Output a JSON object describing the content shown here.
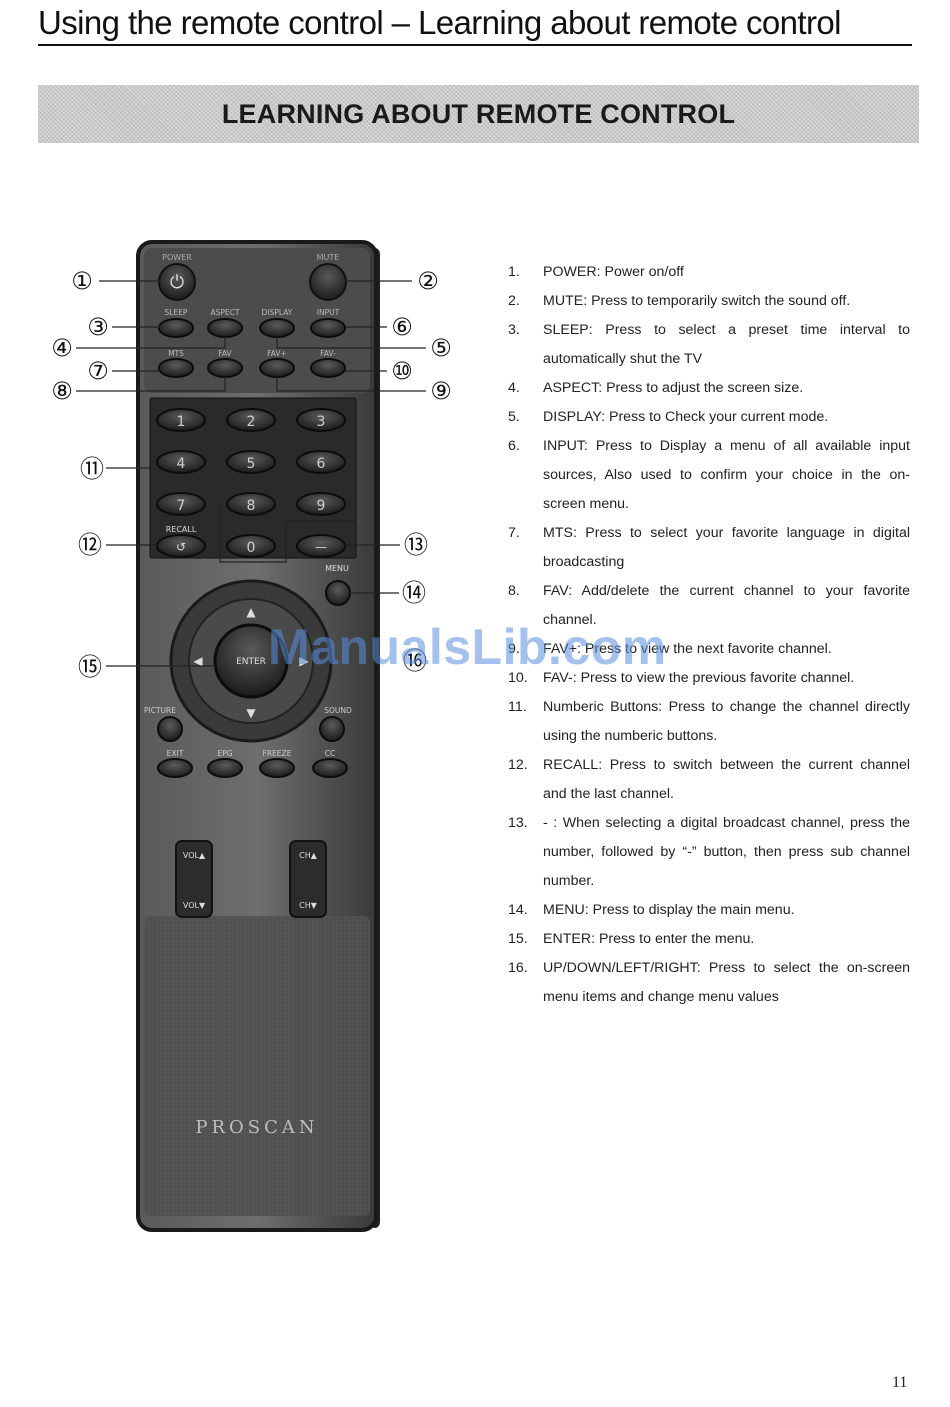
{
  "header": {
    "title": "Using the remote control – Learning about remote control"
  },
  "banner": {
    "text": "LEARNING ABOUT REMOTE CONTROL"
  },
  "remote": {
    "brand": "PROSCAN",
    "labels": {
      "power": "POWER",
      "mute": "MUTE",
      "sleep": "SLEEP",
      "aspect": "ASPECT",
      "display": "DISPLAY",
      "input": "INPUT",
      "mts": "MTS",
      "fav": "FAV",
      "fav_plus": "FAV+",
      "fav_minus": "FAV-",
      "recall": "RECALL",
      "menu": "MENU",
      "enter": "ENTER",
      "picture": "PICTURE",
      "sound": "SOUND",
      "exit": "EXIT",
      "epg": "EPG",
      "freeze": "FREEZE",
      "cc": "CC",
      "vol_up": "VOL▲",
      "vol_down": "VOL▼",
      "ch_up": "CH▲",
      "ch_down": "CH▼",
      "dash": "—"
    },
    "digits": [
      "1",
      "2",
      "3",
      "4",
      "5",
      "6",
      "7",
      "8",
      "9",
      "0"
    ],
    "callouts": [
      "①",
      "②",
      "③",
      "④",
      "⑤",
      "⑥",
      "⑦",
      "⑧",
      "⑨",
      "⑩",
      "⑪",
      "⑫",
      "⑬",
      "⑭",
      "⑮",
      "⑯"
    ]
  },
  "legend": [
    {
      "num": "1.",
      "text": "POWER: Power on/off"
    },
    {
      "num": "2.",
      "text": "MUTE: Press to temporarily switch the sound off."
    },
    {
      "num": "3.",
      "text": "SLEEP: Press to select a preset time interval to automatically shut the TV"
    },
    {
      "num": "4.",
      "text": "ASPECT: Press to adjust the screen size."
    },
    {
      "num": "5.",
      "text": "DISPLAY: Press to Check your current mode."
    },
    {
      "num": "6.",
      "text": "INPUT: Press to Display a menu of all available input sources, Also used to confirm your choice in the on-screen menu."
    },
    {
      "num": "7.",
      "text": "MTS: Press to select your favorite language in digital broadcasting"
    },
    {
      "num": "8.",
      "text": "FAV: Add/delete the current channel to your favorite channel."
    },
    {
      "num": "9.",
      "text": "FAV+: Press to view the next favorite channel."
    },
    {
      "num": "10.",
      "text": "FAV-: Press to view the previous favorite channel."
    },
    {
      "num": "11.",
      "text": "Numberic Buttons: Press to change the channel directly using the numberic buttons."
    },
    {
      "num": "12.",
      "text": "RECALL: Press to switch between the current channel and the last channel."
    },
    {
      "num": "13.",
      "text": "- : When selecting a digital broadcast channel, press the number, followed by “-” button, then press sub channel number."
    },
    {
      "num": "14.",
      "text": "MENU: Press to display the main menu."
    },
    {
      "num": "15.",
      "text": "ENTER: Press to enter the menu."
    },
    {
      "num": "16.",
      "text": "UP/DOWN/LEFT/RIGHT: Press to select the on-screen menu items and change menu values"
    }
  ],
  "watermark": "ManualsLib.com",
  "footer": {
    "page_number": "11"
  }
}
